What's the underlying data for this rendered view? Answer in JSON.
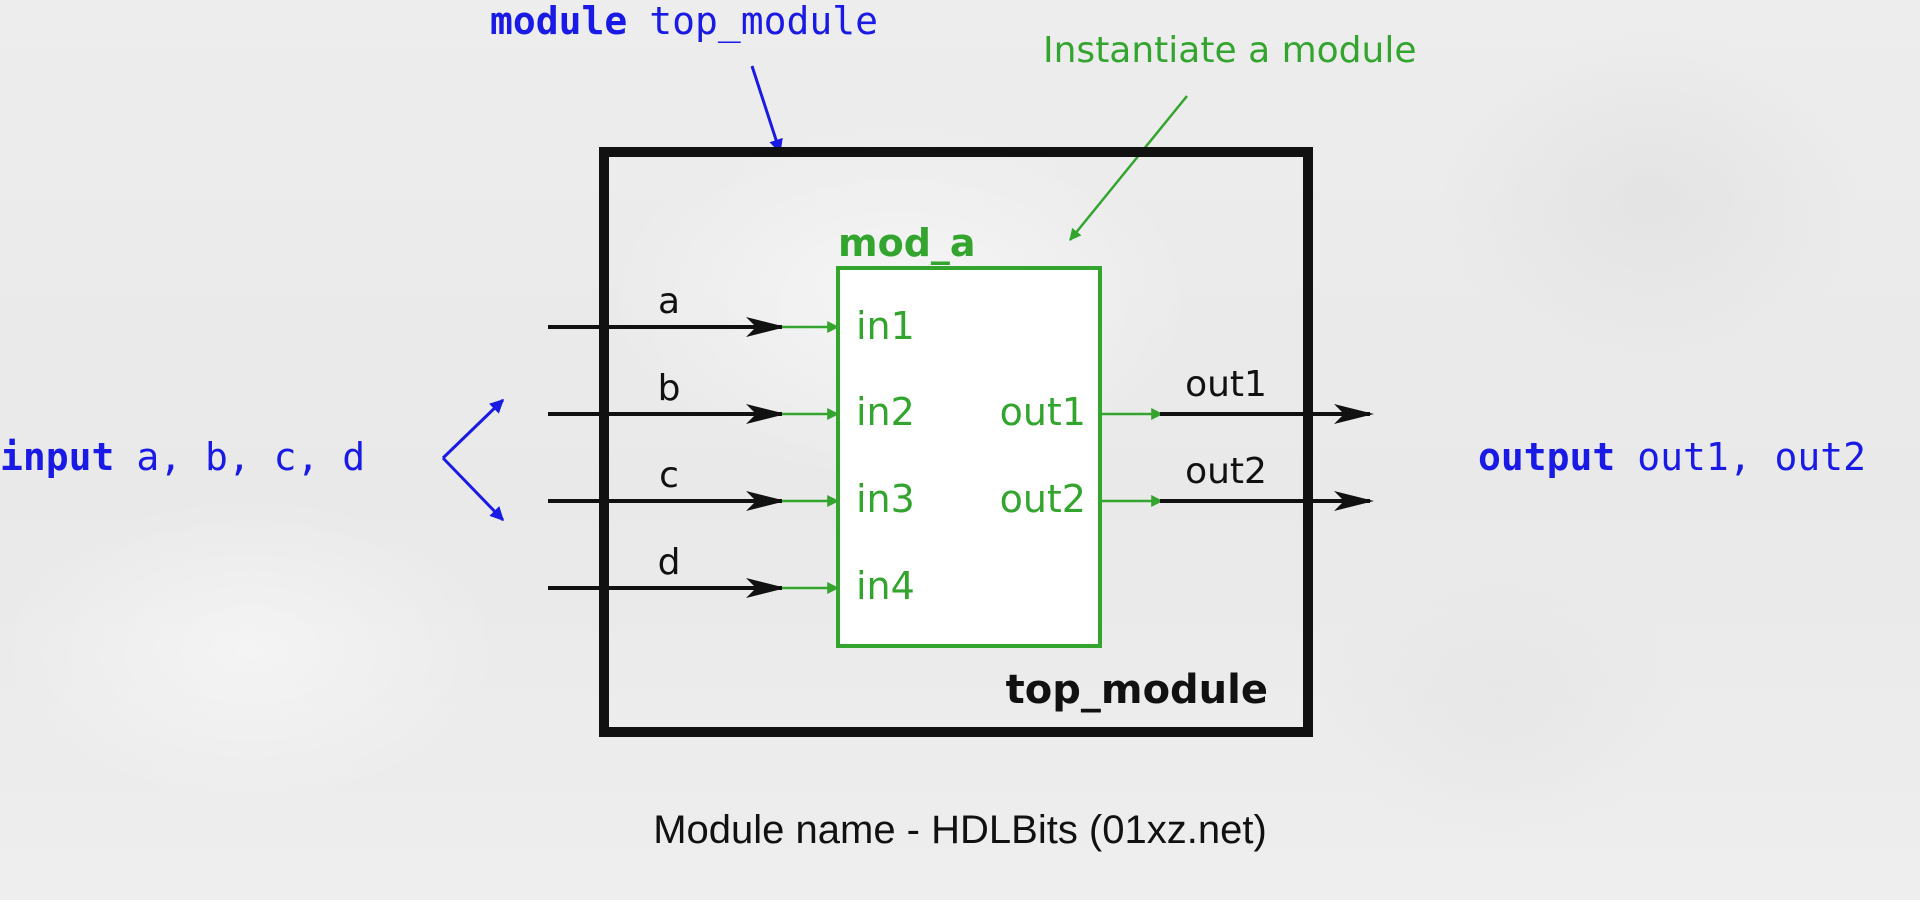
{
  "colors": {
    "blue": "#1a1ae6",
    "green": "#33a52e",
    "black": "#111111",
    "box_fill": "#ffffff"
  },
  "annotations": {
    "module_keyword": "module",
    "module_name": "top_module",
    "instantiate_note": "Instantiate a module",
    "input_keyword": "input",
    "input_list": "a, b, c, d",
    "output_keyword": "output",
    "output_list": "out1, out2"
  },
  "outer_module": {
    "label": "top_module"
  },
  "inner_module": {
    "label": "mod_a",
    "input_ports": [
      "in1",
      "in2",
      "in3",
      "in4"
    ],
    "output_ports": [
      "out1",
      "out2"
    ]
  },
  "wires": {
    "inputs": [
      "a",
      "b",
      "c",
      "d"
    ],
    "outputs": [
      "out1",
      "out2"
    ]
  },
  "caption": "Module name - HDLBits (01xz.net)"
}
